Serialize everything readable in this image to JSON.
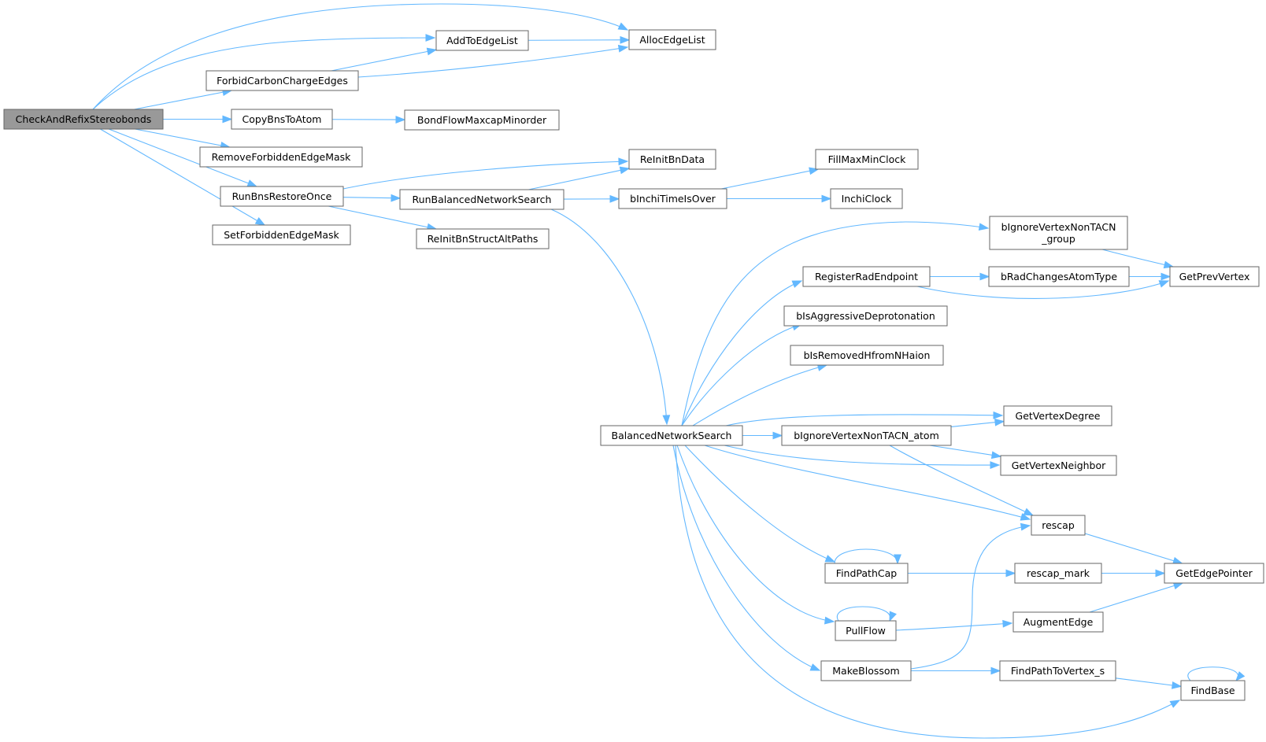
{
  "graph": {
    "nodes": [
      {
        "id": "CheckAndRefixStereobonds",
        "lines": [
          "CheckAndRefixStereobonds"
        ],
        "root": true
      },
      {
        "id": "AddToEdgeList",
        "lines": [
          "AddToEdgeList"
        ]
      },
      {
        "id": "AllocEdgeList",
        "lines": [
          "AllocEdgeList"
        ]
      },
      {
        "id": "ForbidCarbonChargeEdges",
        "lines": [
          "ForbidCarbonChargeEdges"
        ]
      },
      {
        "id": "CopyBnsToAtom",
        "lines": [
          "CopyBnsToAtom"
        ]
      },
      {
        "id": "BondFlowMaxcapMinorder",
        "lines": [
          "BondFlowMaxcapMinorder"
        ]
      },
      {
        "id": "RemoveForbiddenEdgeMask",
        "lines": [
          "RemoveForbiddenEdgeMask"
        ]
      },
      {
        "id": "RunBnsRestoreOnce",
        "lines": [
          "RunBnsRestoreOnce"
        ]
      },
      {
        "id": "ReInitBnData",
        "lines": [
          "ReInitBnData"
        ]
      },
      {
        "id": "RunBalancedNetworkSearch",
        "lines": [
          "RunBalancedNetworkSearch"
        ]
      },
      {
        "id": "ReInitBnStructAltPaths",
        "lines": [
          "ReInitBnStructAltPaths"
        ]
      },
      {
        "id": "SetForbiddenEdgeMask",
        "lines": [
          "SetForbiddenEdgeMask"
        ]
      },
      {
        "id": "bInchiTimeIsOver",
        "lines": [
          "bInchiTimeIsOver"
        ]
      },
      {
        "id": "FillMaxMinClock",
        "lines": [
          "FillMaxMinClock"
        ]
      },
      {
        "id": "InchiClock",
        "lines": [
          "InchiClock"
        ]
      },
      {
        "id": "BalancedNetworkSearch",
        "lines": [
          "BalancedNetworkSearch"
        ]
      },
      {
        "id": "bIgnoreVertexNonTACN_group",
        "lines": [
          "bIgnoreVertexNonTACN",
          "_group"
        ]
      },
      {
        "id": "RegisterRadEndpoint",
        "lines": [
          "RegisterRadEndpoint"
        ]
      },
      {
        "id": "bRadChangesAtomType",
        "lines": [
          "bRadChangesAtomType"
        ]
      },
      {
        "id": "GetPrevVertex",
        "lines": [
          "GetPrevVertex"
        ]
      },
      {
        "id": "bIsAggressiveDeprotonation",
        "lines": [
          "bIsAggressiveDeprotonation"
        ]
      },
      {
        "id": "bIsRemovedHfromNHaion",
        "lines": [
          "bIsRemovedHfromNHaion"
        ]
      },
      {
        "id": "GetVertexDegree",
        "lines": [
          "GetVertexDegree"
        ]
      },
      {
        "id": "bIgnoreVertexNonTACN_atom",
        "lines": [
          "bIgnoreVertexNonTACN_atom"
        ]
      },
      {
        "id": "GetVertexNeighbor",
        "lines": [
          "GetVertexNeighbor"
        ]
      },
      {
        "id": "rescap",
        "lines": [
          "rescap"
        ]
      },
      {
        "id": "GetEdgePointer",
        "lines": [
          "GetEdgePointer"
        ]
      },
      {
        "id": "FindPathCap",
        "lines": [
          "FindPathCap"
        ]
      },
      {
        "id": "rescap_mark",
        "lines": [
          "rescap_mark"
        ]
      },
      {
        "id": "PullFlow",
        "lines": [
          "PullFlow"
        ]
      },
      {
        "id": "AugmentEdge",
        "lines": [
          "AugmentEdge"
        ]
      },
      {
        "id": "MakeBlossom",
        "lines": [
          "MakeBlossom"
        ]
      },
      {
        "id": "FindPathToVertex_s",
        "lines": [
          "FindPathToVertex_s"
        ]
      },
      {
        "id": "FindBase",
        "lines": [
          "FindBase"
        ]
      }
    ],
    "edges": [
      [
        "CheckAndRefixStereobonds",
        "AllocEdgeList"
      ],
      [
        "CheckAndRefixStereobonds",
        "AddToEdgeList"
      ],
      [
        "CheckAndRefixStereobonds",
        "ForbidCarbonChargeEdges"
      ],
      [
        "CheckAndRefixStereobonds",
        "CopyBnsToAtom"
      ],
      [
        "CheckAndRefixStereobonds",
        "RemoveForbiddenEdgeMask"
      ],
      [
        "CheckAndRefixStereobonds",
        "RunBnsRestoreOnce"
      ],
      [
        "CheckAndRefixStereobonds",
        "SetForbiddenEdgeMask"
      ],
      [
        "AddToEdgeList",
        "AllocEdgeList"
      ],
      [
        "ForbidCarbonChargeEdges",
        "AddToEdgeList"
      ],
      [
        "ForbidCarbonChargeEdges",
        "AllocEdgeList"
      ],
      [
        "CopyBnsToAtom",
        "BondFlowMaxcapMinorder"
      ],
      [
        "RunBnsRestoreOnce",
        "ReInitBnData"
      ],
      [
        "RunBnsRestoreOnce",
        "RunBalancedNetworkSearch"
      ],
      [
        "RunBnsRestoreOnce",
        "ReInitBnStructAltPaths"
      ],
      [
        "RunBalancedNetworkSearch",
        "ReInitBnData"
      ],
      [
        "RunBalancedNetworkSearch",
        "bInchiTimeIsOver"
      ],
      [
        "RunBalancedNetworkSearch",
        "BalancedNetworkSearch"
      ],
      [
        "bInchiTimeIsOver",
        "FillMaxMinClock"
      ],
      [
        "bInchiTimeIsOver",
        "InchiClock"
      ],
      [
        "BalancedNetworkSearch",
        "bIgnoreVertexNonTACN_group"
      ],
      [
        "BalancedNetworkSearch",
        "RegisterRadEndpoint"
      ],
      [
        "BalancedNetworkSearch",
        "bIsAggressiveDeprotonation"
      ],
      [
        "BalancedNetworkSearch",
        "bIsRemovedHfromNHaion"
      ],
      [
        "BalancedNetworkSearch",
        "GetVertexDegree"
      ],
      [
        "BalancedNetworkSearch",
        "bIgnoreVertexNonTACN_atom"
      ],
      [
        "BalancedNetworkSearch",
        "GetVertexNeighbor"
      ],
      [
        "BalancedNetworkSearch",
        "rescap"
      ],
      [
        "BalancedNetworkSearch",
        "FindPathCap"
      ],
      [
        "BalancedNetworkSearch",
        "PullFlow"
      ],
      [
        "BalancedNetworkSearch",
        "MakeBlossom"
      ],
      [
        "BalancedNetworkSearch",
        "FindBase"
      ],
      [
        "bIgnoreVertexNonTACN_group",
        "GetPrevVertex"
      ],
      [
        "RegisterRadEndpoint",
        "bRadChangesAtomType"
      ],
      [
        "RegisterRadEndpoint",
        "GetPrevVertex"
      ],
      [
        "bRadChangesAtomType",
        "GetPrevVertex"
      ],
      [
        "bIgnoreVertexNonTACN_atom",
        "GetVertexDegree"
      ],
      [
        "bIgnoreVertexNonTACN_atom",
        "GetVertexNeighbor"
      ],
      [
        "bIgnoreVertexNonTACN_atom",
        "rescap"
      ],
      [
        "rescap",
        "GetEdgePointer"
      ],
      [
        "FindPathCap",
        "FindPathCap"
      ],
      [
        "FindPathCap",
        "rescap_mark"
      ],
      [
        "rescap_mark",
        "GetEdgePointer"
      ],
      [
        "PullFlow",
        "PullFlow"
      ],
      [
        "PullFlow",
        "AugmentEdge"
      ],
      [
        "AugmentEdge",
        "GetEdgePointer"
      ],
      [
        "MakeBlossom",
        "rescap"
      ],
      [
        "MakeBlossom",
        "FindPathToVertex_s"
      ],
      [
        "FindPathToVertex_s",
        "FindBase"
      ],
      [
        "FindBase",
        "FindBase"
      ]
    ],
    "colors": {
      "edge": "#63b8ff",
      "node_border": "#666666",
      "root_fill": "#999999",
      "node_fill": "#ffffff"
    }
  }
}
